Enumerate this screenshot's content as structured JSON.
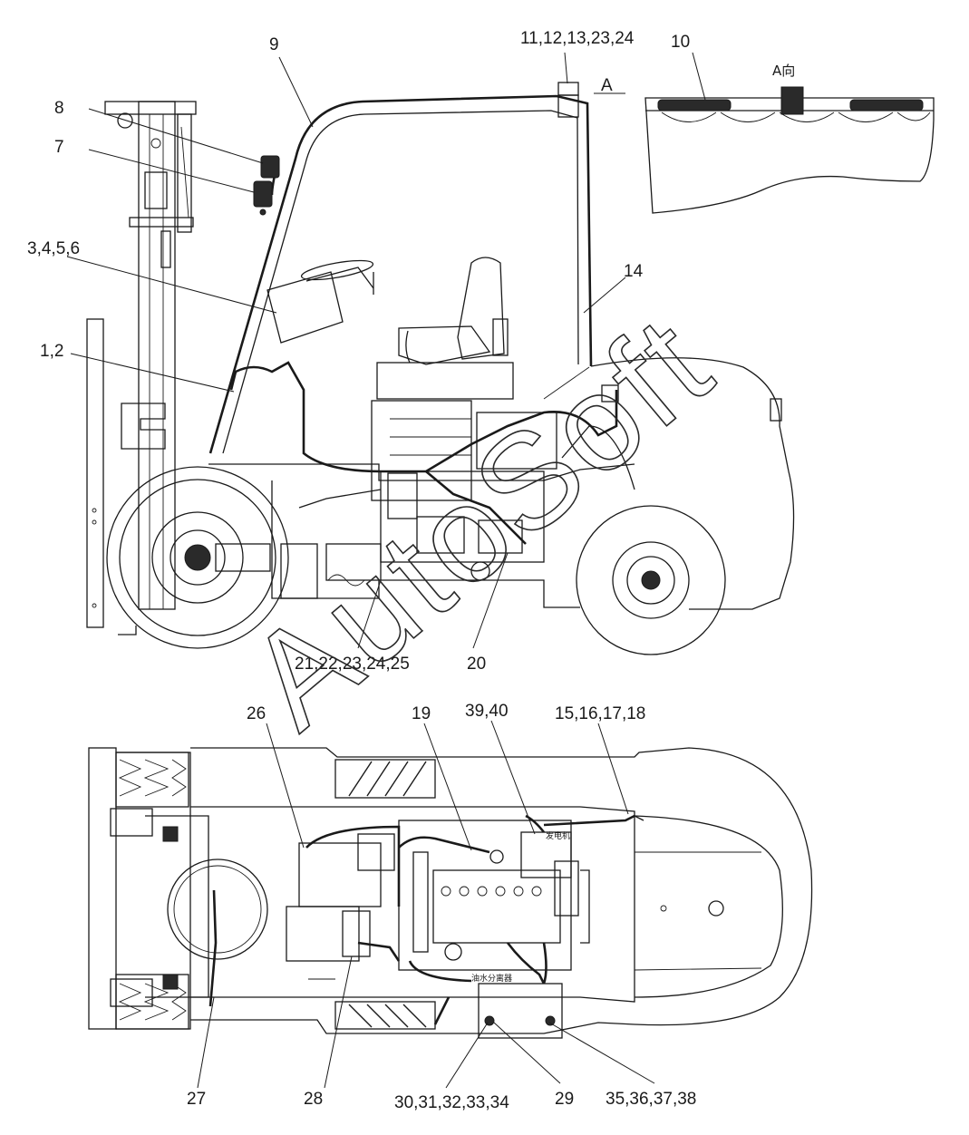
{
  "side_view": {
    "labels": {
      "l1": "11,12,13,23,24",
      "l2": "9",
      "l3": "8",
      "l4": "7",
      "l5": "3,4,5,6",
      "l6": "1,2",
      "l7": "14",
      "l8": "21,22,23,24,25",
      "l9": "20",
      "l10": "A"
    }
  },
  "view_a": {
    "number_label": "10",
    "title": "A向"
  },
  "top_view": {
    "labels": {
      "t1": "26",
      "t2": "19",
      "t3": "39,40",
      "t4": "15,16,17,18",
      "t5": "27",
      "t6": "28",
      "t7": "30,31,32,33,34",
      "t8": "29",
      "t9": "35,36,37,38"
    },
    "part_tags": {
      "generator": "发电机",
      "water_separator": "油水分离器"
    }
  },
  "watermark": "AutoSoft"
}
